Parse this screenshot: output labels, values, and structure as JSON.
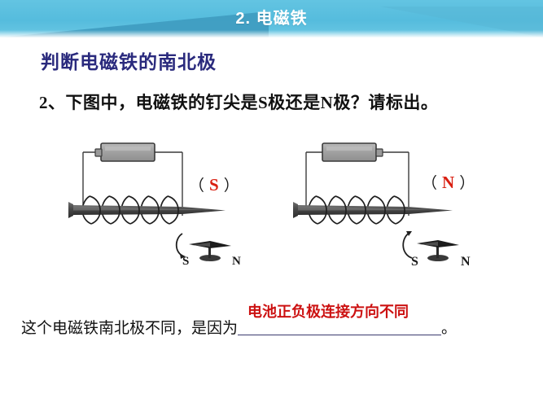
{
  "header": {
    "title": "2.  电磁铁",
    "banner_color": "#55bcdd",
    "title_color": "#ffffff"
  },
  "subtitle": {
    "text": "判断电磁铁的南北极",
    "color": "#2a2a7d"
  },
  "question": {
    "text": "2、下图中，电磁铁的钉尖是S极还是N极？请标出。",
    "color": "#111111"
  },
  "diagrams": [
    {
      "id": "left",
      "pole_open_paren": "（",
      "pole_letter": "S",
      "pole_close_paren": "）",
      "pole_color": "#d91f11",
      "battery_terminal_side": "left",
      "compass_left_label": "S",
      "compass_right_label": "N",
      "coil_turns": 5
    },
    {
      "id": "right",
      "pole_open_paren": "（",
      "pole_letter": "N",
      "pole_close_paren": "）",
      "pole_color": "#d91f11",
      "battery_terminal_side": "right",
      "compass_left_label": "S",
      "compass_right_label": "N",
      "coil_turns": 5
    }
  ],
  "conclusion": {
    "lead_text": "这个电磁铁南北极不同，是因为",
    "answer_text": "电池正负极连接方向不同",
    "answer_color": "#cc1111",
    "trailing_text": "。"
  }
}
